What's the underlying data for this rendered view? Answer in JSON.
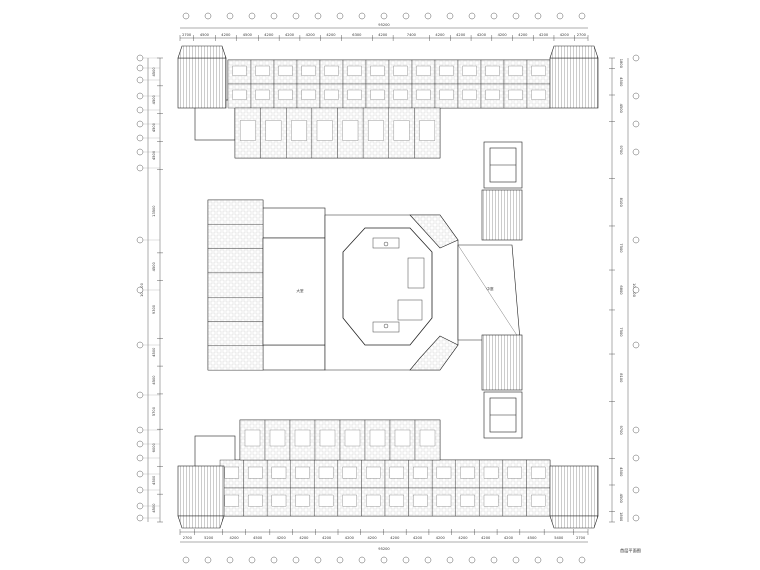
{
  "drawing": {
    "top_dimensions": [
      "2700",
      "4500",
      "4200",
      "4500",
      "4200",
      "4200",
      "4200",
      "4200",
      "6300",
      "4200",
      "7400",
      "4200",
      "4200",
      "4200",
      "4200",
      "4200",
      "4200",
      "4200",
      "2700"
    ],
    "top_total": "95200",
    "bottom_dimensions": [
      "2700",
      "5200",
      "4200",
      "4500",
      "4200",
      "4200",
      "4200",
      "4200",
      "4200",
      "4200",
      "4200",
      "4200",
      "4200",
      "4200",
      "4200",
      "4500",
      "5400",
      "2700"
    ],
    "bottom_total": "95200",
    "right_total": "106800",
    "left_total": "106800",
    "right_dimensions": [
      "1800",
      "4500",
      "4500",
      "9700",
      "8100",
      "7500",
      "6800",
      "7500",
      "8100",
      "9700",
      "4500",
      "4500",
      "1800"
    ],
    "left_dimensions": [
      "4500",
      "4500",
      "4500",
      "4500",
      "13500",
      "4500",
      "9300",
      "4500",
      "4500",
      "5700",
      "6000",
      "4500",
      "4500"
    ],
    "hall_label": "大堂",
    "side_hall_label": "中庭",
    "sheet_title": "首层平面图"
  }
}
